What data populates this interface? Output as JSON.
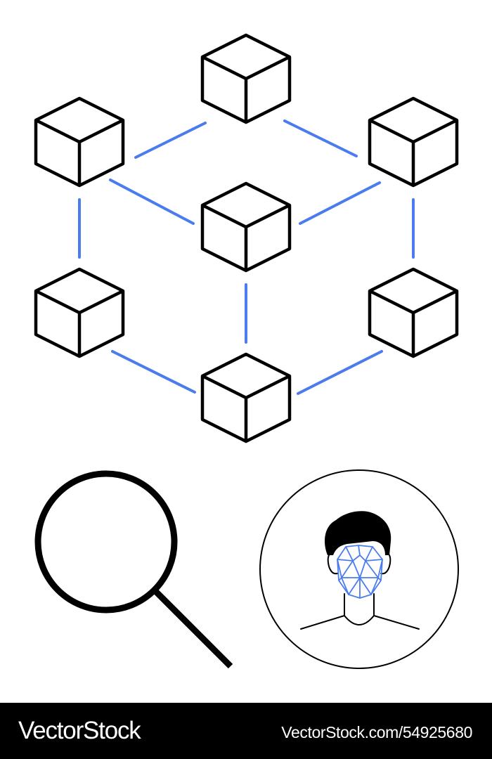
{
  "colors": {
    "background": "#ffffff",
    "outline": "#000000",
    "accent": "#4a7cf0",
    "footer_background": "#000000",
    "footer_text": "#ffffff"
  },
  "illustration": {
    "icons": [
      "blockchain-network-icon",
      "magnifying-glass-icon",
      "face-recognition-icon"
    ],
    "blockchain": {
      "nodes": [
        "top",
        "upper-left",
        "upper-right",
        "center",
        "lower-left",
        "lower-right",
        "bottom"
      ]
    }
  },
  "footer": {
    "brand": "VectorStock",
    "image_id": "VectorStock.com/54925680"
  }
}
